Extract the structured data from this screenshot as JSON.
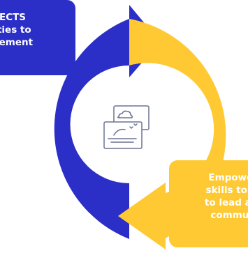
{
  "blue_box": {
    "lines": [
      "ECTS",
      "ities to",
      "gement"
    ]
  },
  "yellow_box": {
    "lines": [
      "Empoweri",
      "skills to be",
      "to lead and",
      "communi"
    ]
  },
  "center_icon": "landscape-pictures-icon",
  "colors": {
    "blue": "#2b2fc7",
    "yellow": "#ffc933",
    "icon_stroke": "#6b7290",
    "background": "#ffffff"
  }
}
